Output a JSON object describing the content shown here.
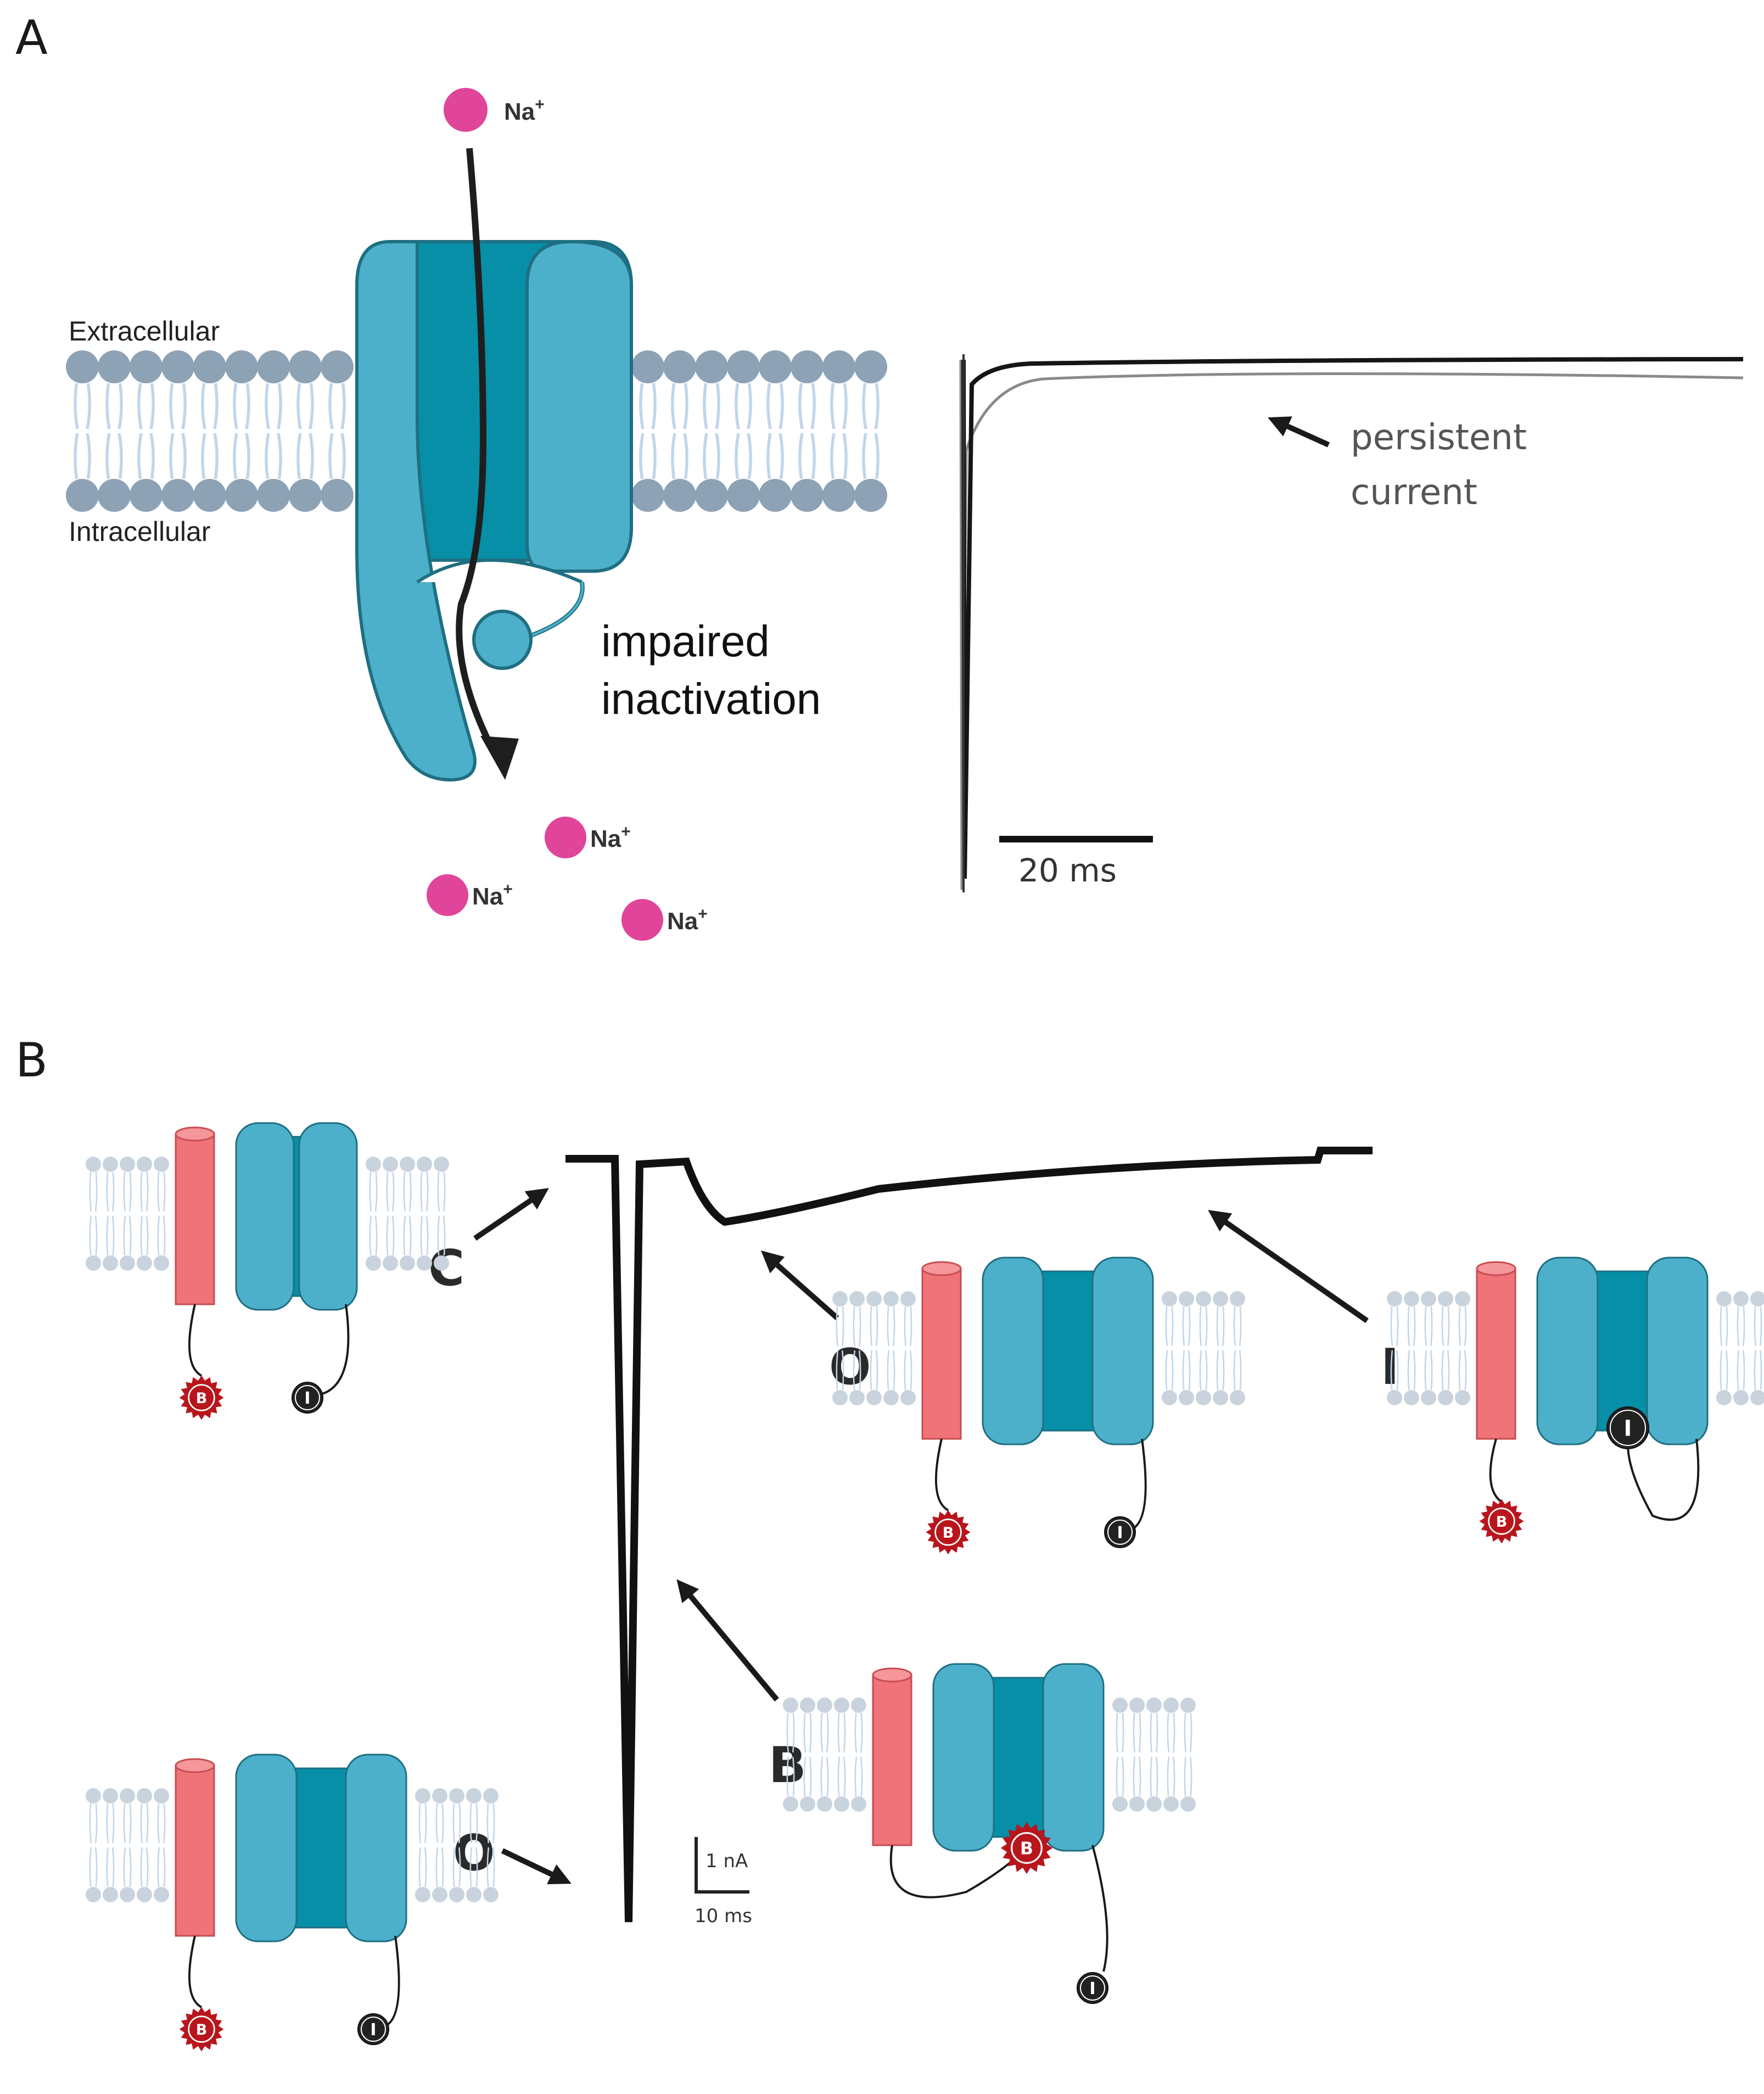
{
  "panel_a": {
    "letter": "A",
    "extracellular_label": "Extracellular",
    "intracellular_label": "Intracellular",
    "ion_label_base": "Na",
    "ion_label_sup": "+",
    "impaired_line1": "impaired",
    "impaired_line2": "inactivation",
    "persistent_line1": "persistent",
    "persistent_line2": "current",
    "scale_bar_label": "20 ms"
  },
  "panel_b": {
    "letter": "B",
    "states": {
      "closed": "C",
      "open_early": "O",
      "blocked": "B",
      "open_late": "O",
      "inactivated": "I"
    },
    "blocker_glyph": "B",
    "inactivation_glyph": "I",
    "scale_current": "1 nA",
    "scale_time": "10 ms"
  },
  "colors": {
    "channel_light": "#4db0ca",
    "channel_dark": "#068fa6",
    "channel_stroke": "#1f6f82",
    "lipid_head_a": "#8ea2b5",
    "lipid_head_b": "#c9d3dd",
    "lipid_tail": "#c0d6ea",
    "sodium_ion": "#e0459a",
    "blocker_particle": "#b8161c",
    "inactivation_particle": "#222222",
    "helix": "#f07379"
  }
}
